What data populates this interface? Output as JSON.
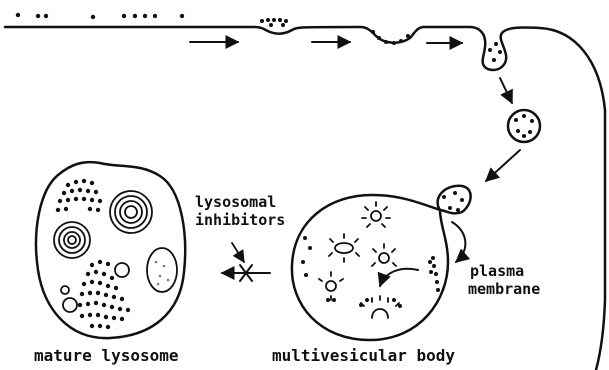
{
  "diagram": {
    "labels": {
      "lysosomal_inhibitors_line1": "lysosomal",
      "lysosomal_inhibitors_line2": "inhibitors",
      "plasma_membrane_line1": "plasma",
      "plasma_membrane_line2": "membrane",
      "mature_lysosome": "mature lysosome",
      "multivesicular_body": "multivesicular body"
    },
    "colors": {
      "ink": "#111111",
      "background": "#ffffff"
    }
  }
}
